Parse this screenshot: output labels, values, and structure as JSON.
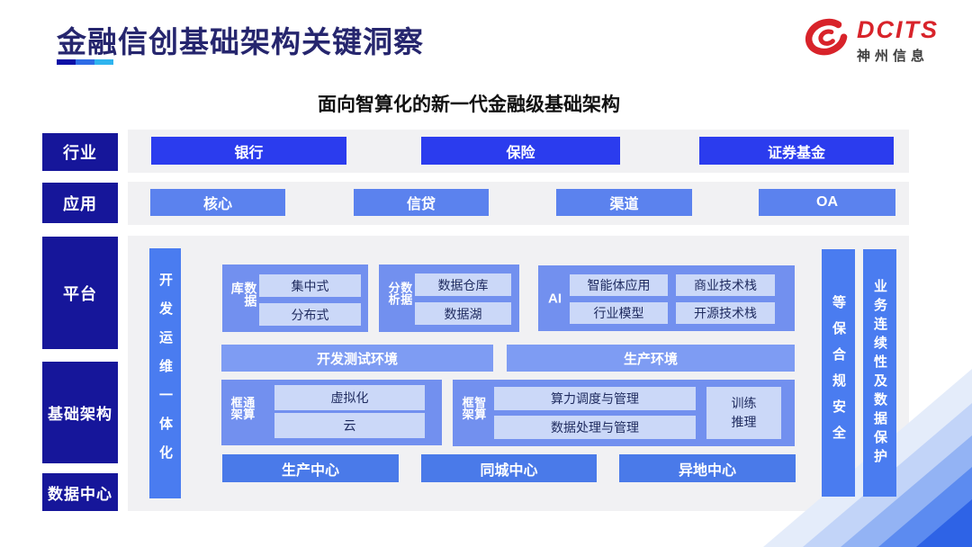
{
  "header": {
    "title": "金融信创基础架构关键洞察",
    "logo": {
      "brand": "DCITS",
      "company": "神州信息"
    }
  },
  "subtitle": "面向智算化的新一代金融级基础架构",
  "sidebar": {
    "items": [
      "行业",
      "应用",
      "平台",
      "基础架构",
      "数据中心"
    ]
  },
  "industry_row": {
    "items": [
      "银行",
      "保险",
      "证券基金"
    ]
  },
  "application_row": {
    "items": [
      "核心",
      "信贷",
      "渠道",
      "OA"
    ]
  },
  "platform": {
    "devops_bar": "开发运维一体化",
    "database": {
      "label": "数据库",
      "items": [
        "集中式",
        "分布式"
      ]
    },
    "analytics": {
      "label": "数据分析",
      "items": [
        "数据仓库",
        "数据湖"
      ]
    },
    "ai": {
      "label": "AI",
      "items": [
        "智能体应用",
        "商业技术栈",
        "行业模型",
        "开源技术栈"
      ]
    },
    "environments": [
      "开发测试环境",
      "生产环境"
    ],
    "general_compute": {
      "label": "通算框架",
      "items": [
        "虚拟化",
        "云"
      ]
    },
    "ai_compute": {
      "label": "智算框架",
      "items": [
        "算力调度与管理",
        "数据处理与管理"
      ],
      "side_box": "训练\n推理"
    }
  },
  "datacenter_row": {
    "items": [
      "生产中心",
      "同城中心",
      "异地中心"
    ]
  },
  "right_bars": [
    "等保合规安全",
    "业务连续性及数据保护"
  ],
  "colors": {
    "title_navy": "#26266e",
    "sidebar_navy": "#16169a",
    "industry_blue": "#2b3cee",
    "application_blue": "#5b82ee",
    "pillar_blue": "#4a7cf0",
    "group_blue": "#7290ef",
    "chip_light_blue": "#cbd8f8",
    "environment_blue": "#7e9cf3",
    "datacenter_blue": "#4a7ae9",
    "band_gray": "#f1f1f3",
    "brand_red": "#d8232a",
    "underline_segments": [
      "#0d10a6",
      "#2e6ce6",
      "#2fb4ef"
    ]
  }
}
